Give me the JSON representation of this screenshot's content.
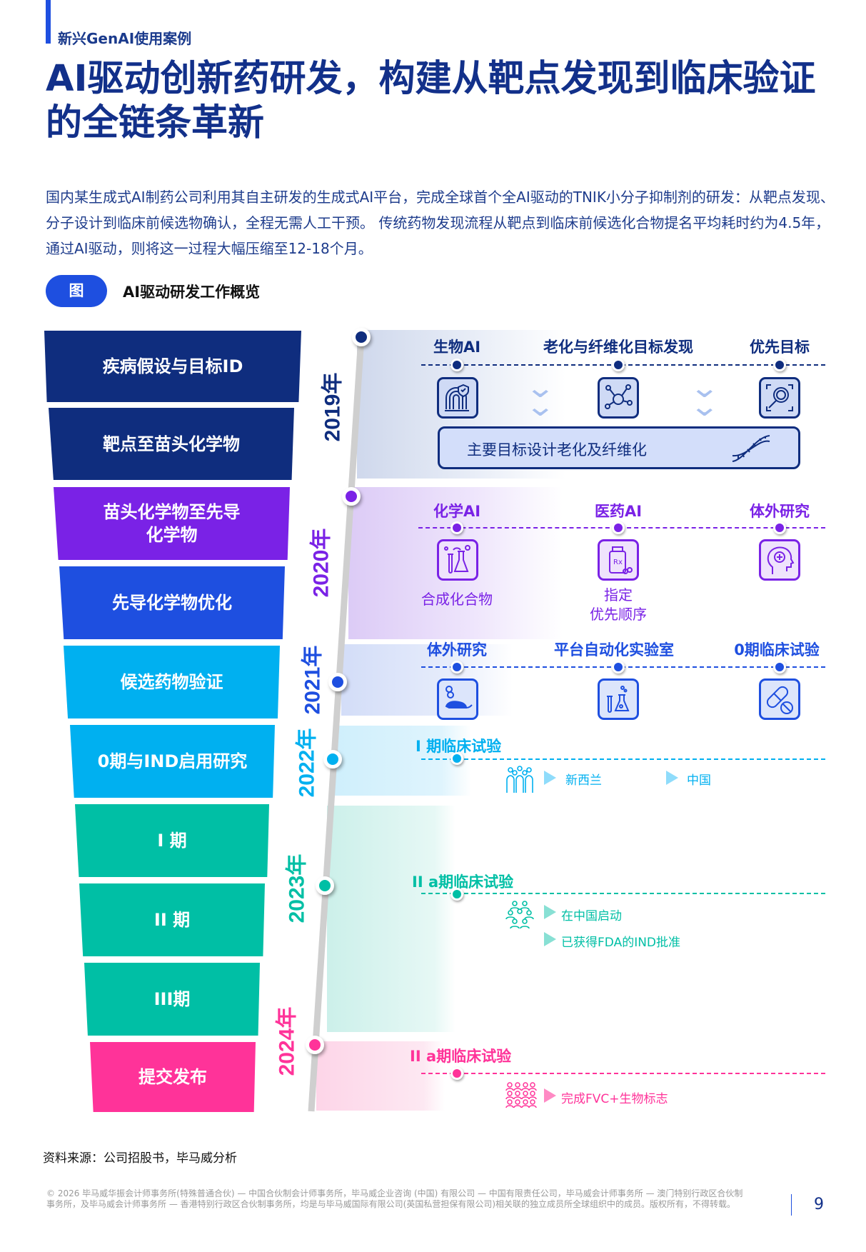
{
  "header": {
    "section": "新兴GenAI使用案例",
    "title": "AI驱动创新药研发，构建从靶点发现到临床验证的全链条革新",
    "intro": "国内某生成式AI制药公司利用其自主研发的生成式AI平台，完成全球首个全AI驱动的TNIK小分子抑制剂的研发：从靶点发现、分子设计到临床前候选物确认，全程无需人工干预。 传统药物发现流程从靶点到临床前候选化合物提名平均耗时约为4.5年，通过AI驱动，则将这一过程大幅压缩至12-18个月。"
  },
  "figure": {
    "badge": "图",
    "title": "AI驱动研发工作概览"
  },
  "stages": [
    "疾病假设与目标ID",
    "靶点至苗头化学物",
    "苗头化学物至先导化学物",
    "先导化学物优化",
    "候选药物验证",
    "0期与IND启用研究",
    "I 期",
    "II 期",
    "III期",
    "提交发布"
  ],
  "colors": {
    "navy": "#0f2d7e",
    "purple": "#7a22e6",
    "blue": "#1e4fe0",
    "cyan": "#00b0f0",
    "teal": "#00bfa5",
    "pink": "#ff3399"
  },
  "years": [
    "2019年",
    "2020年",
    "2021年",
    "2022年",
    "2023年",
    "2024年"
  ],
  "y2019": {
    "cols": [
      "生物AI",
      "老化与纤维化目标发现",
      "优先目标"
    ],
    "icons": [
      "fingerprint-shield-icon",
      "molecule-network-icon",
      "magnifier-target-icon"
    ],
    "banner": "主要目标设计老化及纤维化"
  },
  "y2020": {
    "cols": [
      "化学AI",
      "医药AI",
      "体外研究"
    ],
    "icons": [
      "flask-tube-icon",
      "pill-bottle-icon",
      "head-plus-icon"
    ],
    "subs": [
      "合成化合物",
      "指定",
      "优先顺序"
    ]
  },
  "y2021": {
    "cols": [
      "体外研究",
      "平台自动化实验室",
      "0期临床试验"
    ],
    "icons": [
      "mouse-icon",
      "lab-flask-icon",
      "capsule-icon"
    ]
  },
  "y2022": {
    "label": "I 期临床试验",
    "items": [
      "新西兰",
      "中国"
    ]
  },
  "y2023": {
    "label": "II a期临床试验",
    "items": [
      "在中国启动",
      "已获得FDA的IND批准"
    ]
  },
  "y2024": {
    "label": "II a期临床试验",
    "items": [
      "完成FVC+生物标志"
    ]
  },
  "footer": {
    "source": "资料来源：公司招股书，毕马威分析",
    "legal": "© 2026 毕马威华振会计师事务所(特殊普通合伙) — 中国合伙制会计师事务所，毕马威企业咨询 (中国) 有限公司 — 中国有限责任公司，毕马威会计师事务所 — 澳门特别行政区合伙制事务所，及毕马威会计师事务所 — 香港特别行政区合伙制事务所，均是与毕马威国际有限公司(英国私营担保有限公司)相关联的独立成员所全球组织中的成员。版权所有，不得转载。",
    "page": "9"
  }
}
